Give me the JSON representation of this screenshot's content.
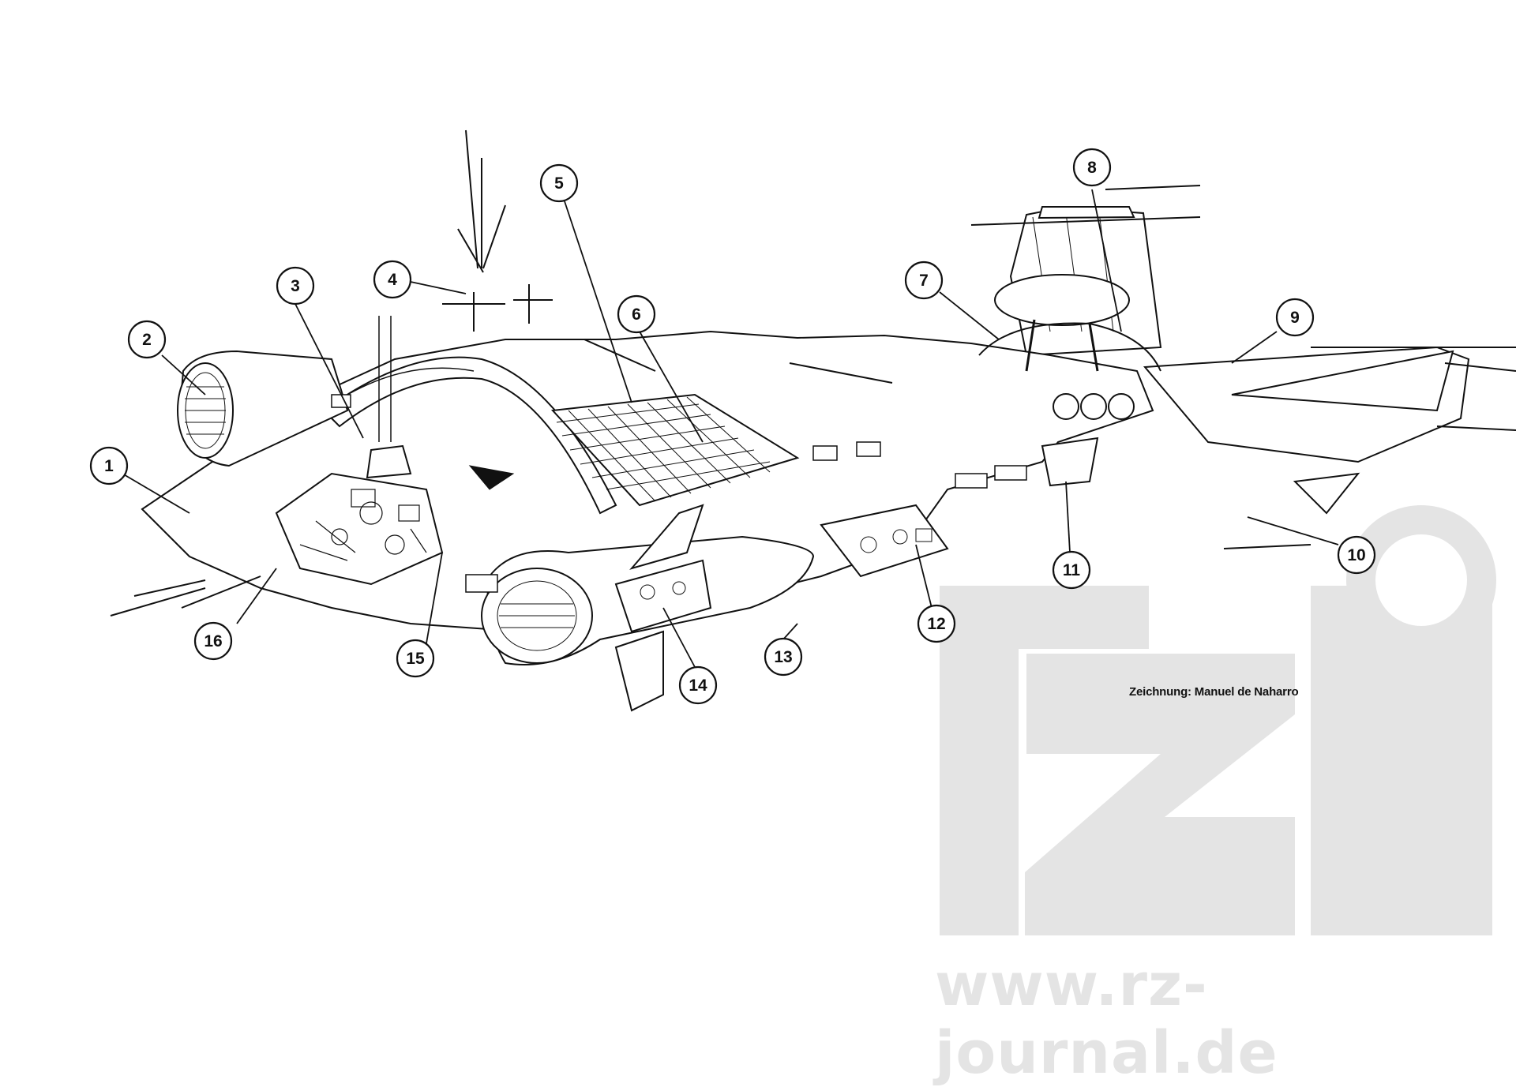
{
  "callouts": [
    "1",
    "2",
    "3",
    "4",
    "5",
    "6",
    "7",
    "8",
    "9",
    "10",
    "11",
    "12",
    "13",
    "14",
    "15",
    "16"
  ],
  "credit": "Zeichnung: Manuel de Naharro",
  "watermark": {
    "site": "www.rz-journal.de",
    "logo_text": "rz",
    "color": "#e4e4e4"
  }
}
